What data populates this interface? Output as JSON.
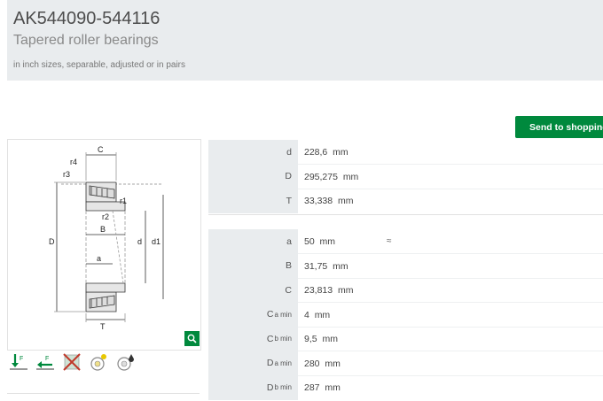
{
  "header": {
    "title": "AK544090-544116",
    "subtitle": "Tapered roller bearings",
    "description": "in inch sizes, separable, adjusted or in pairs"
  },
  "shop_button": {
    "label": "Send to shopping cart",
    "icon": "cart-icon"
  },
  "drawing": {
    "labels": {
      "C": "C",
      "r4": "r4",
      "r3": "r3",
      "r1": "r1",
      "r2": "r2",
      "B": "B",
      "D": "D",
      "d": "d",
      "d1": "d1",
      "a": "a",
      "T": "T"
    }
  },
  "zoom_icon": "zoom-icon",
  "feature_icons": [
    "radial-load-icon",
    "axial-load-icon",
    "not-suitable-icon",
    "grease-icon",
    "oil-icon"
  ],
  "colors": {
    "accent": "#00893d",
    "header_bg": "#e9ecee",
    "label_bg": "#e9ecee"
  },
  "table1": [
    {
      "label": "d",
      "sub": "",
      "value": "228,6",
      "unit": "mm",
      "extra": ""
    },
    {
      "label": "D",
      "sub": "",
      "value": "295,275",
      "unit": "mm",
      "extra": ""
    },
    {
      "label": "T",
      "sub": "",
      "value": "33,338",
      "unit": "mm",
      "extra": ""
    }
  ],
  "table2": [
    {
      "label": "a",
      "sub": "",
      "value": "50",
      "unit": "mm",
      "extra": "≈"
    },
    {
      "label": "B",
      "sub": "",
      "value": "31,75",
      "unit": "mm",
      "extra": ""
    },
    {
      "label": "C",
      "sub": "",
      "value": "23,813",
      "unit": "mm",
      "extra": ""
    },
    {
      "label": "C",
      "sub": "a min",
      "value": "4",
      "unit": "mm",
      "extra": ""
    },
    {
      "label": "C",
      "sub": "b min",
      "value": "9,5",
      "unit": "mm",
      "extra": ""
    },
    {
      "label": "D",
      "sub": "a min",
      "value": "280",
      "unit": "mm",
      "extra": ""
    },
    {
      "label": "D",
      "sub": "b min",
      "value": "287",
      "unit": "mm",
      "extra": ""
    }
  ]
}
